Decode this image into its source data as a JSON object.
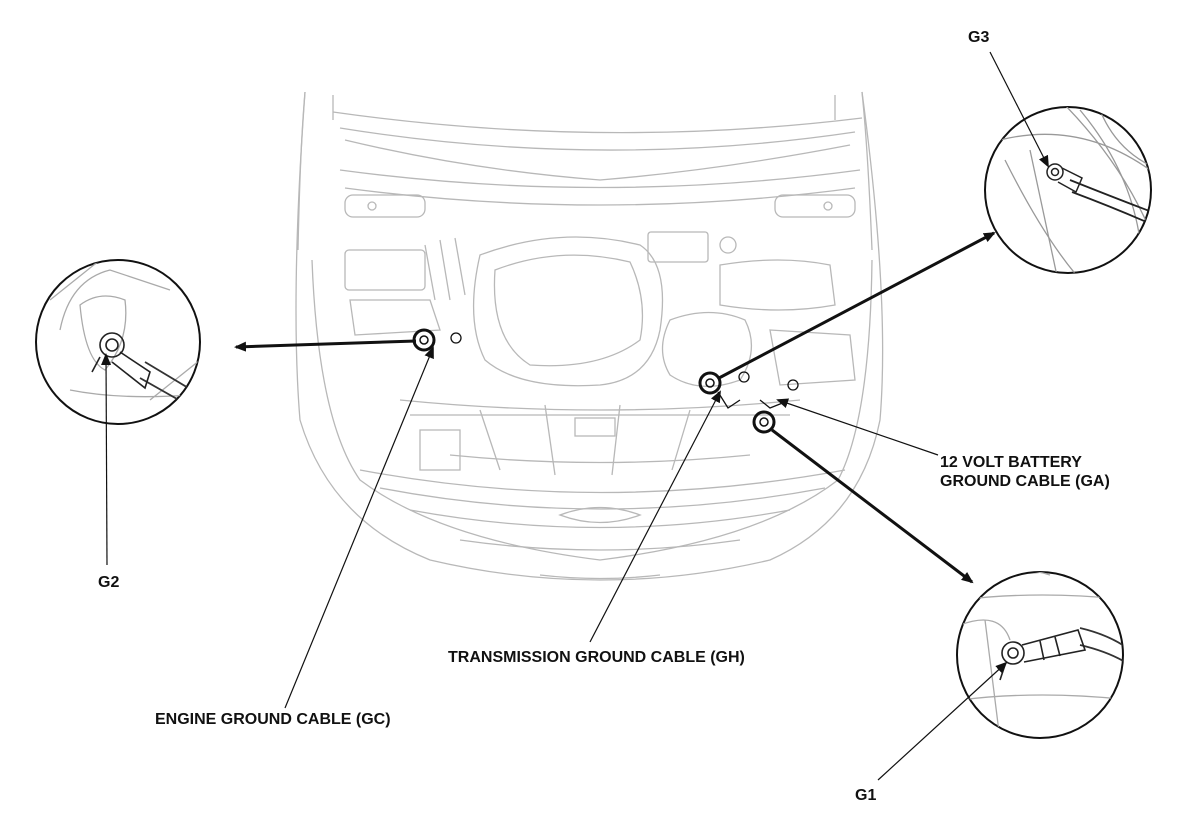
{
  "labels": {
    "g3": "G3",
    "g2": "G2",
    "g1": "G1",
    "battery_ground_line1": "12 VOLT BATTERY",
    "battery_ground_line2": "GROUND CABLE (GA)",
    "transmission_ground": "TRANSMISSION GROUND CABLE (GH)",
    "engine_ground": "ENGINE GROUND CABLE (GC)"
  }
}
